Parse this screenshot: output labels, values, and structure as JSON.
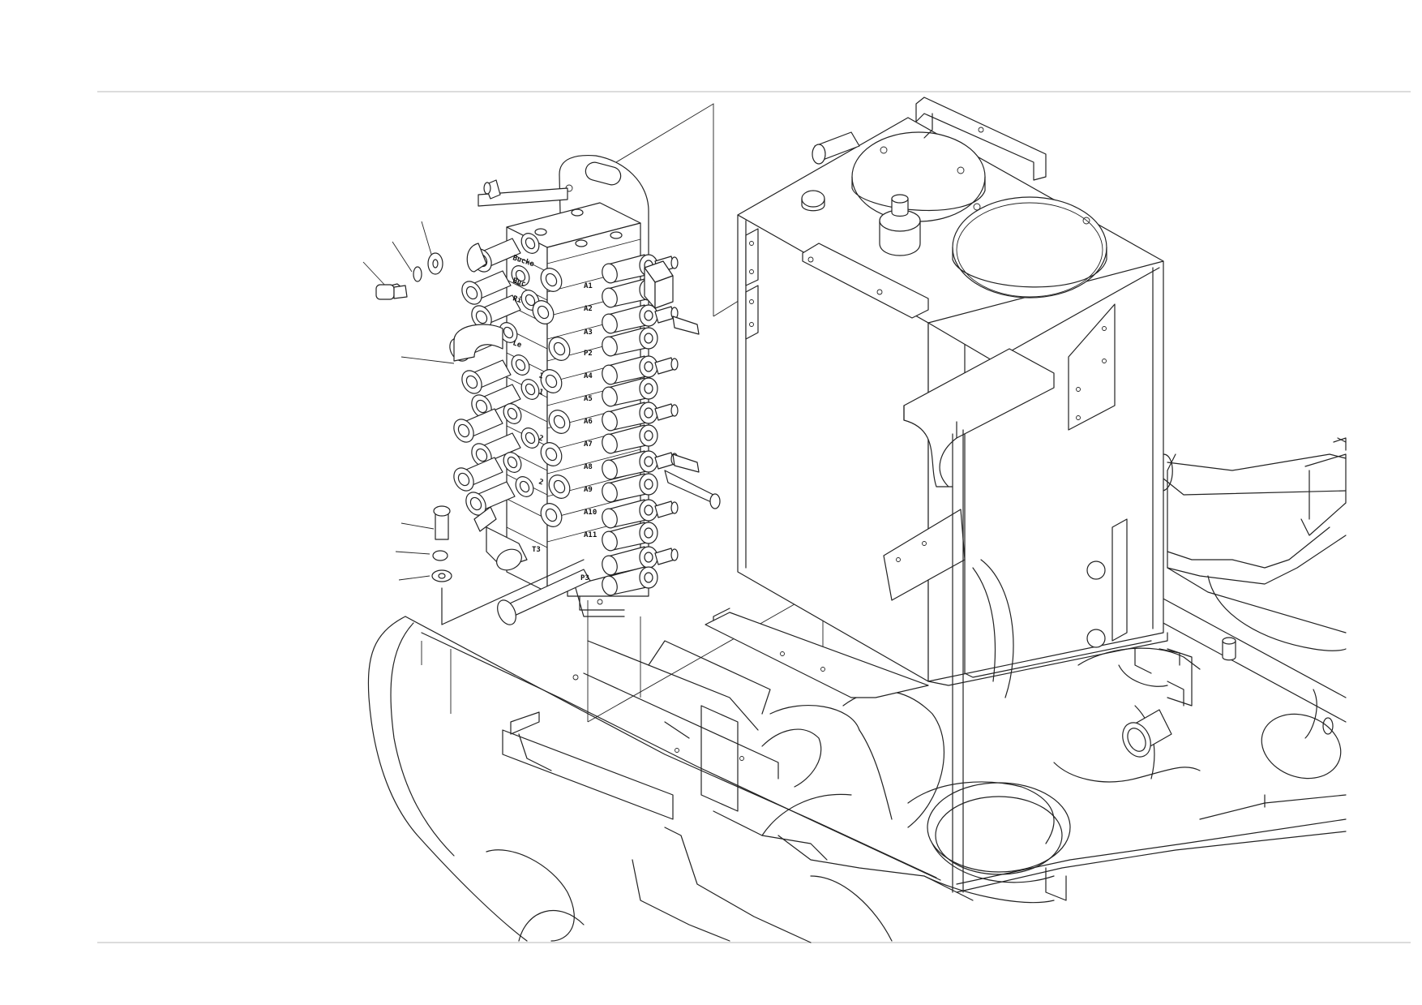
{
  "valve_labels": {
    "left": [
      "Bucke",
      "Buc",
      "Ri",
      "Le",
      "1",
      "1",
      "2",
      "2"
    ],
    "right": [
      "A1",
      "A2",
      "A3",
      "P2",
      "A4",
      "A5",
      "A6",
      "A7",
      "A8",
      "A9",
      "A10",
      "A11"
    ],
    "bottom": [
      "T3",
      "P3"
    ]
  }
}
